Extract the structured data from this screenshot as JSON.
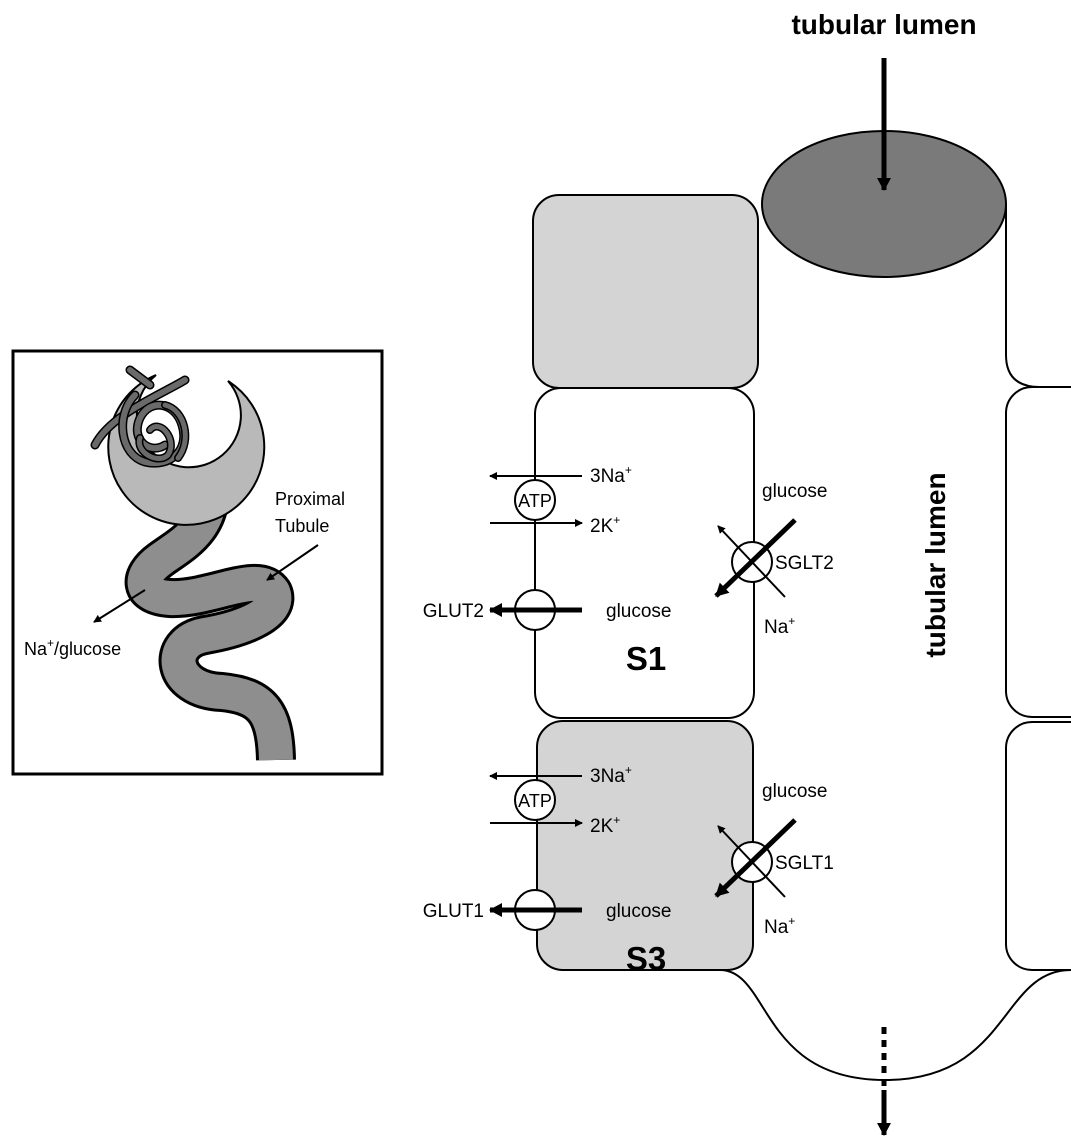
{
  "inset": {
    "proximal_line1": "Proximal",
    "proximal_line2": "Tubule",
    "naglucose": "Na",
    "naglucose_sup": "+",
    "naglucose_rest": "/glucose"
  },
  "top_label": "tubular lumen",
  "side_label": "tubular lumen",
  "segments": [
    {
      "name": "S1",
      "na3": "3Na",
      "na3_sup": "+",
      "k2": "2K",
      "k2_sup": "+",
      "atp": "ATP",
      "glut": "GLUT2",
      "glucose_in": "glucose",
      "glucose_lumen": "glucose",
      "sglt": "SGLT2",
      "na_lumen": "Na",
      "na_lumen_sup": "+"
    },
    {
      "name": "S3",
      "na3": "3Na",
      "na3_sup": "+",
      "k2": "2K",
      "k2_sup": "+",
      "atp": "ATP",
      "glut": "GLUT1",
      "glucose_in": "glucose",
      "glucose_lumen": "glucose",
      "sglt": "SGLT1",
      "na_lumen": "Na",
      "na_lumen_sup": "+"
    }
  ],
  "colors": {
    "lumen_top": "#7a7a7a",
    "cell_top": "#d4d4d4",
    "cell_s3": "#d4d4d4",
    "tubule": "#8e8e8e",
    "outline": "#000000"
  }
}
